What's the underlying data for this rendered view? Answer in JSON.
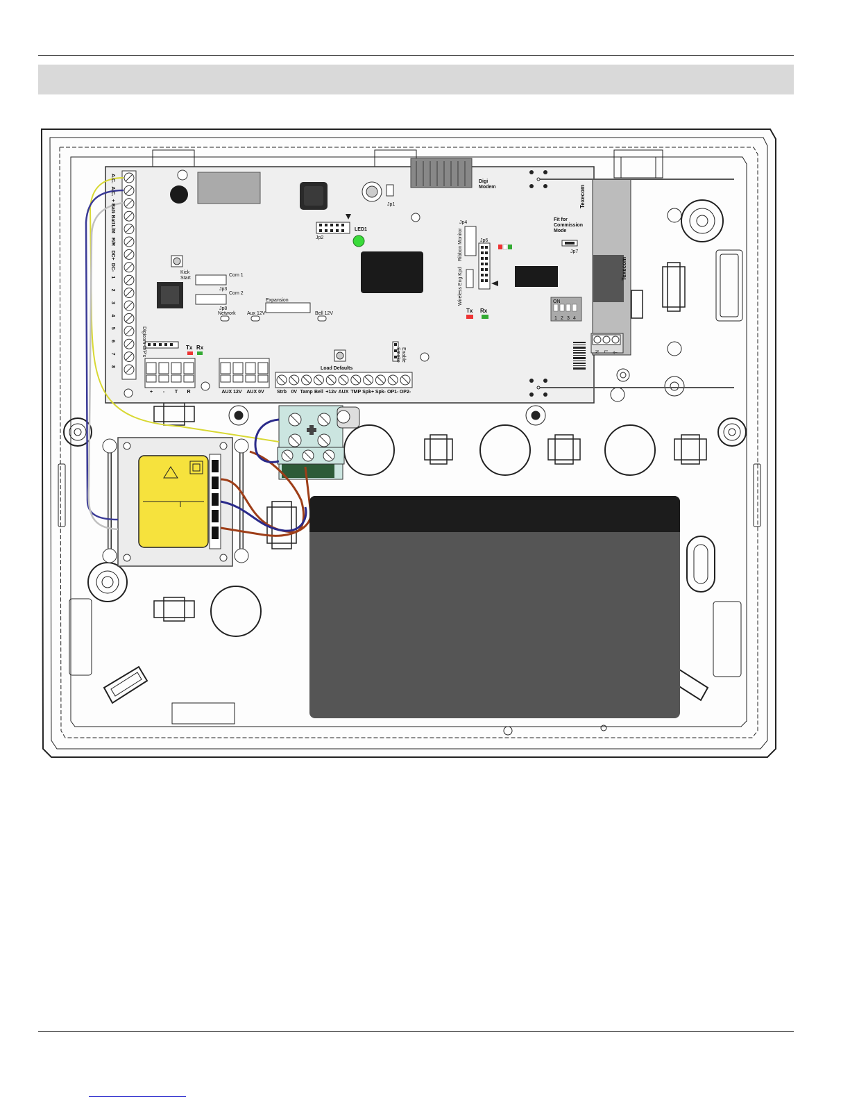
{
  "board": {
    "digi_modem": "Digi\nModem",
    "jp1": "Jp1",
    "jp2": "Jp2",
    "led1": "LED1",
    "jp4": "Jp4",
    "jp6": "Jp6",
    "ribbon_monitor": "Ribbon Monitor",
    "wireless_eng_kpd": "Wireless Eng Kpd",
    "fit_commission": "Fit for\nCommission\nMode",
    "jp7": "Jp7",
    "texecom": "Texecom",
    "dip_on": "ON",
    "dip_numbers": [
      "1",
      "2",
      "3",
      "4"
    ],
    "tx": "Tx",
    "rx": "Rx",
    "tx_small": "Tx",
    "rx_small": "Rx",
    "kick_start": "Kick\nStart",
    "com1": "Com 1",
    "com2": "Com 2",
    "jp3": "Jp3",
    "jp8": "Jp8",
    "network": "Network",
    "aux12v": "Aux 12V",
    "expansion": "Expansion",
    "bell12v": "Bell 12V",
    "digicom_ops": "Digicom O/P's",
    "load_defaults": "Load Defaults",
    "enable_smoke": "Enable\nSmoke",
    "left_terminals": [
      "A.C.",
      "A.C.",
      "+ Batt",
      "- Batt",
      "L/M",
      "R/R",
      "DC+",
      "DC-",
      "1",
      "2",
      "3",
      "4",
      "5",
      "6",
      "7",
      "8"
    ],
    "bottom_left_terminals": [
      "+",
      "-",
      "T",
      "R"
    ],
    "aux_terminals": [
      "AUX 12V",
      "AUX 0V"
    ],
    "bottom_terminals": [
      "Strb",
      "0V",
      "Tamp",
      "Bell",
      "+12v",
      "AUX",
      "TMP",
      "Spk+",
      "Spk-",
      "OP1-",
      "OP2-"
    ],
    "side_terminals": [
      "N",
      "L",
      "⏚"
    ]
  }
}
